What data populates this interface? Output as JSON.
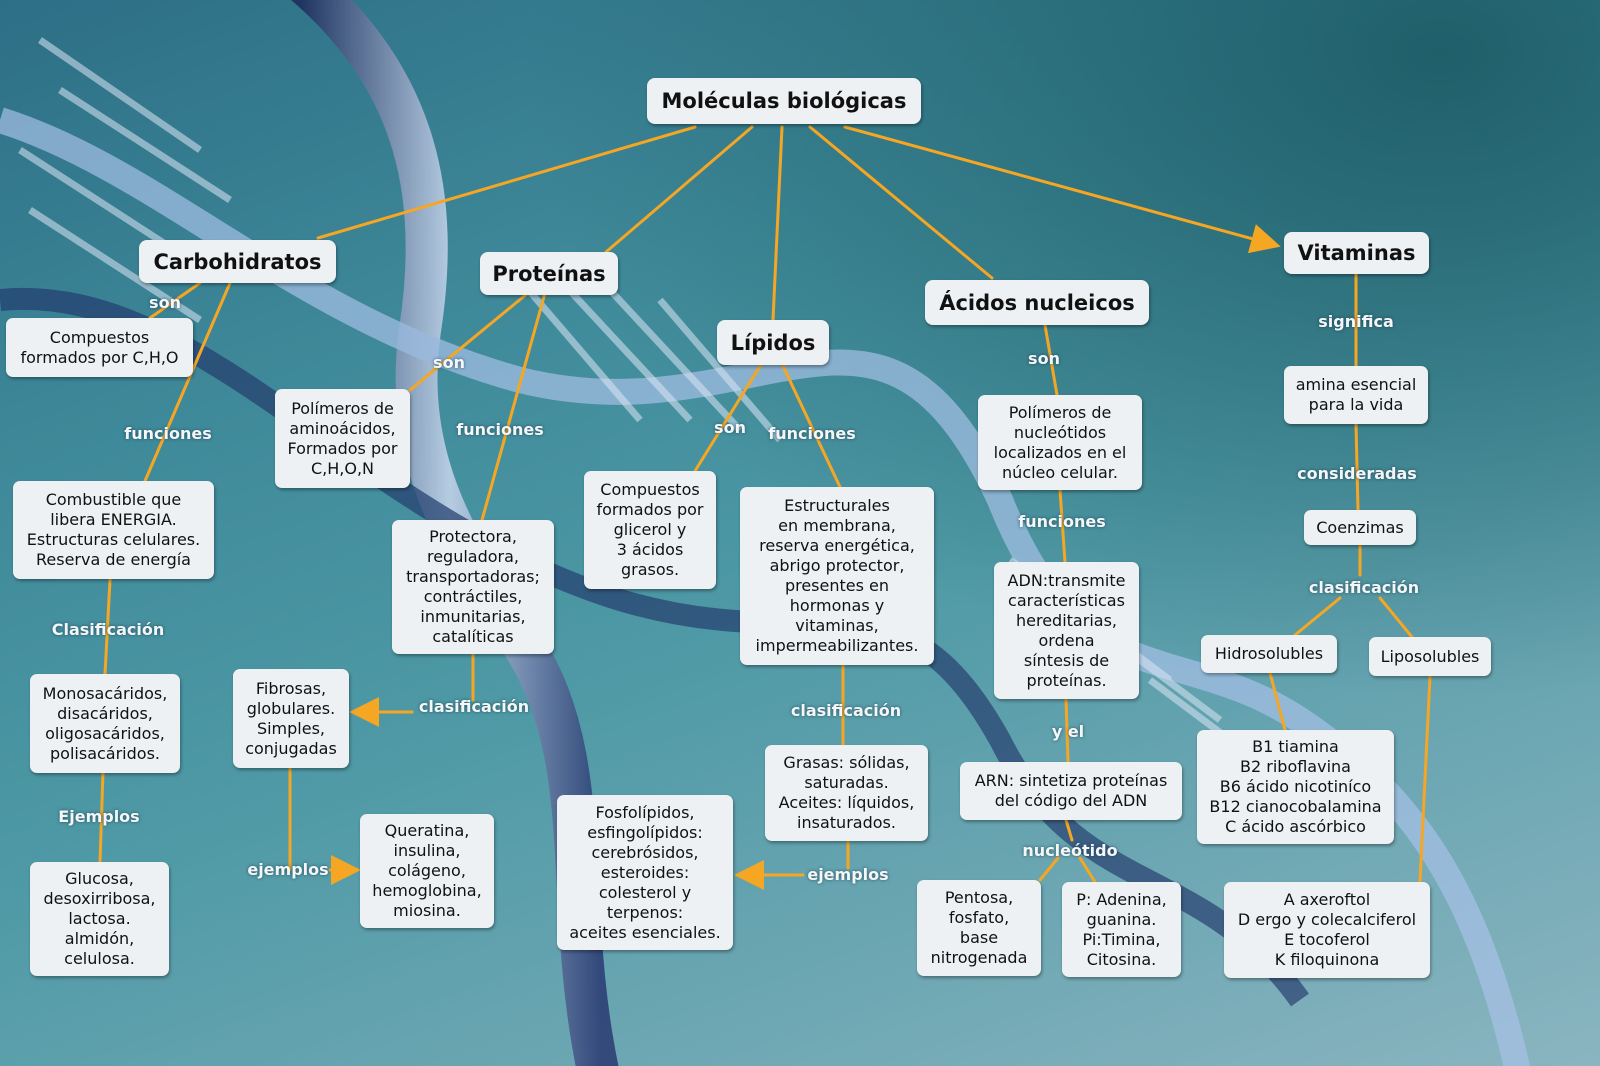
{
  "title": "Moléculas biológicas",
  "colors": {
    "link": "#f5a623",
    "node_bg": "#eef1f3",
    "label": "#f4f6f7"
  },
  "nodes": {
    "carbohidratos": "Carbohidratos",
    "proteinas": "Proteínas",
    "lipidos": "Lípidos",
    "acidos": "Ácidos nucleicos",
    "vitaminas": "Vitaminas",
    "carb_son": "Compuestos\nformados por C,H,O",
    "carb_func": "Combustible que\nlibera ENERGIA.\nEstructuras celulares.\nReserva de energía",
    "carb_clas": "Monosacáridos,\ndisacáridos,\noligosacáridos,\npolisacáridos.",
    "carb_ej": "Glucosa,\ndesoxirribosa,\nlactosa.\nalmidón,\ncelulosa.",
    "prot_son": "Polímeros de\naminoácidos,\nFormados por\nC,H,O,N",
    "prot_func": "Protectora,\nreguladora,\ntransportadoras;\ncontráctiles,\ninmunitarias,\ncatalíticas",
    "prot_clas": "Fibrosas,\nglobulares.\nSimples,\nconjugadas",
    "prot_ej": "Queratina,\ninsulina,\ncolágeno,\nhemoglobina,\nmiosina.",
    "lip_son": "Compuestos\nformados por\nglicerol y\n3 ácidos\ngrasos.",
    "lip_func": "Estructurales\nen membrana,\nreserva energética,\nabrigo protector,\npresentes en\nhormonas y\nvitaminas,\nimpermeabilizantes.",
    "lip_clas": "Grasas: sólidas,\nsaturadas.\nAceites: líquidos,\ninsaturados.",
    "lip_ej": "Fosfolípidos,\nesfingolípidos:\ncerebrósidos,\nesteroides:\ncolesterol y\nterpenos:\naceites esenciales.",
    "ac_son": "Polímeros de\nnucleótidos\nlocalizados en el\nnúcleo celular.",
    "ac_func": "ADN:transmite\ncaracterísticas\nhereditarias,\nordena\nsíntesis de\nproteínas.",
    "ac_arn": "ARN: sintetiza proteínas\ndel código del ADN",
    "ac_nuc1": "Pentosa,\nfosfato,\nbase\nnitrogenada",
    "ac_nuc2": "P: Adenina,\nguanina.\nPi:Timina,\nCitosina.",
    "vit_sig": "amina esencial\npara la vida",
    "vit_coenz": "Coenzimas",
    "vit_hidro": "Hidrosolubles",
    "vit_lipo": "Liposolubles",
    "vit_hidro_list": "B1 tiamina\nB2 riboflavina\nB6 ácido nicotiníco\nB12 cianocobalamina\nC ácido ascórbico",
    "vit_lipo_list": "A axeroftol\nD ergo y colecalciferol\nE tocoferol\nK filoquinona"
  },
  "labels": {
    "carb_son": "son",
    "carb_funciones": "funciones",
    "carb_clasificacion": "Clasificación",
    "carb_ejemplos": "Ejemplos",
    "prot_son": "son",
    "prot_funciones": "funciones",
    "prot_clasificacion": "clasificación",
    "prot_ejemplos": "ejemplos",
    "lip_son": "son",
    "lip_funciones": "funciones",
    "lip_clasificacion": "clasificación",
    "lip_ejemplos": "ejemplos",
    "ac_son": "son",
    "ac_funciones": "funciones",
    "ac_yel": "y el",
    "ac_nucleotido": "nucleótido",
    "vit_significa": "significa",
    "vit_consideradas": "consideradas",
    "vit_clasificacion": "clasificación"
  }
}
